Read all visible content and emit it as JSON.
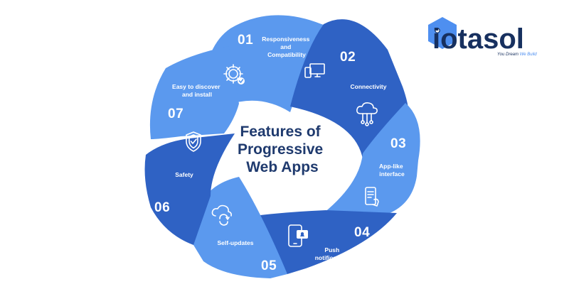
{
  "center": {
    "lines": [
      "Features of",
      "Progressive",
      "Web Apps"
    ]
  },
  "segments": [
    {
      "number": "01",
      "label_lines": [
        "Responsiveness",
        "and",
        "Compatibility"
      ],
      "icon": "devices-icon",
      "color": "#5b99ee"
    },
    {
      "number": "02",
      "label_lines": [
        "Connectivity"
      ],
      "icon": "cloud-network-icon",
      "color": "#2f62c4"
    },
    {
      "number": "03",
      "label_lines": [
        "App-like",
        "interface"
      ],
      "icon": "mobile-app-icon",
      "color": "#5b99ee"
    },
    {
      "number": "04",
      "label_lines": [
        "Push",
        "notifications"
      ],
      "icon": "phone-notification-icon",
      "color": "#2f62c4"
    },
    {
      "number": "05",
      "label_lines": [
        "Self-updates"
      ],
      "icon": "cloud-sync-icon",
      "color": "#5b99ee"
    },
    {
      "number": "06",
      "label_lines": [
        "Safety"
      ],
      "icon": "shield-check-icon",
      "color": "#2f62c4"
    },
    {
      "number": "07",
      "label_lines": [
        "Easy to discover",
        "and install"
      ],
      "icon": "gear-settings-icon",
      "color": "#5b99ee"
    }
  ],
  "logo": {
    "word": "iotasol",
    "tagline_start": "You Dream ",
    "tagline_accent": "We Build",
    "color_dark": "#17305f",
    "color_accent": "#4e8ff0"
  }
}
